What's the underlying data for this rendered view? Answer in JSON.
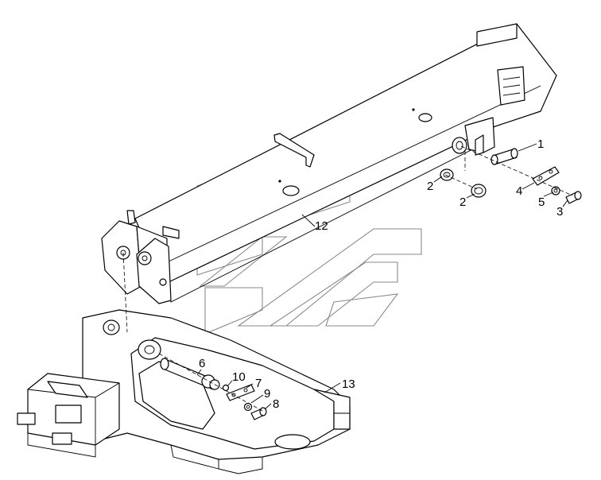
{
  "callouts": {
    "c1": "1",
    "c2a": "2",
    "c2b": "2",
    "c3": "3",
    "c4": "4",
    "c5": "5",
    "c6": "6",
    "c7": "7",
    "c8": "8",
    "c9": "9",
    "c10": "10",
    "c12": "12",
    "c13": "13"
  }
}
